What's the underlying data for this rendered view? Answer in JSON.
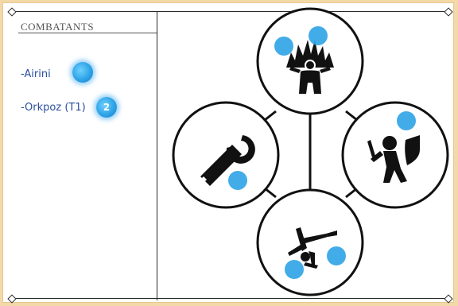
{
  "sidebar": {
    "title": "COMBATANTS",
    "combatants": [
      {
        "label": "-Airini",
        "count": ""
      },
      {
        "label": "-Orkpoz (T1)",
        "count": "2"
      }
    ]
  },
  "board": {
    "stations": [
      {
        "name": "aura-station",
        "icon": "flaming-aura-icon",
        "token_count": 2
      },
      {
        "name": "repair-station",
        "icon": "wrench-icon",
        "token_count": 1
      },
      {
        "name": "combat-station",
        "icon": "sword-shield-warrior-icon",
        "token_count": 1
      },
      {
        "name": "acrobatics-station",
        "icon": "cartwheel-figure-icon",
        "token_count": 2
      }
    ]
  },
  "colors": {
    "background": "#f3d9a8",
    "token": "#2ea3e6",
    "combatant_text": "#2b4f9e"
  }
}
